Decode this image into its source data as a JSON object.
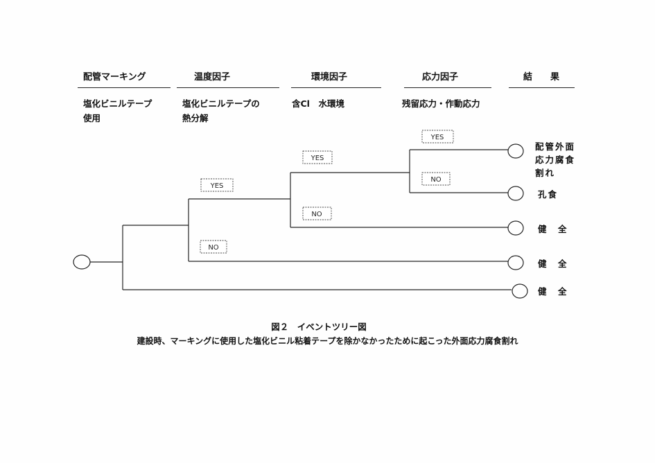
{
  "headers": [
    {
      "key": "marking",
      "label": "配管マーキング"
    },
    {
      "key": "temp",
      "label": "温度因子"
    },
    {
      "key": "env",
      "label": "環境因子"
    },
    {
      "key": "stress",
      "label": "応力因子"
    },
    {
      "key": "result",
      "label": "結　　果"
    }
  ],
  "descriptions": {
    "marking": [
      "塩化ビニルテープ",
      "使用"
    ],
    "temp": [
      "塩化ビニルテープの",
      "熱分解"
    ],
    "env": [
      "含Cl　水環境"
    ],
    "stress": [
      "残留応力・作動応力"
    ]
  },
  "branch_labels": {
    "yes": "YES",
    "no": "NO"
  },
  "outcomes": [
    {
      "lines": [
        "配管外面",
        "応力腐食",
        "割れ"
      ]
    },
    {
      "lines": [
        "孔食"
      ]
    },
    {
      "lines": [
        "健　全"
      ]
    },
    {
      "lines": [
        "健　全"
      ]
    },
    {
      "lines": [
        "健　全"
      ]
    }
  ],
  "caption": {
    "title": "図２　イベントツリー図",
    "subtitle": "建設時、マーキングに使用した塩化ビニル粘着テープを除かなかったために起こった外面応力腐食割れ"
  }
}
